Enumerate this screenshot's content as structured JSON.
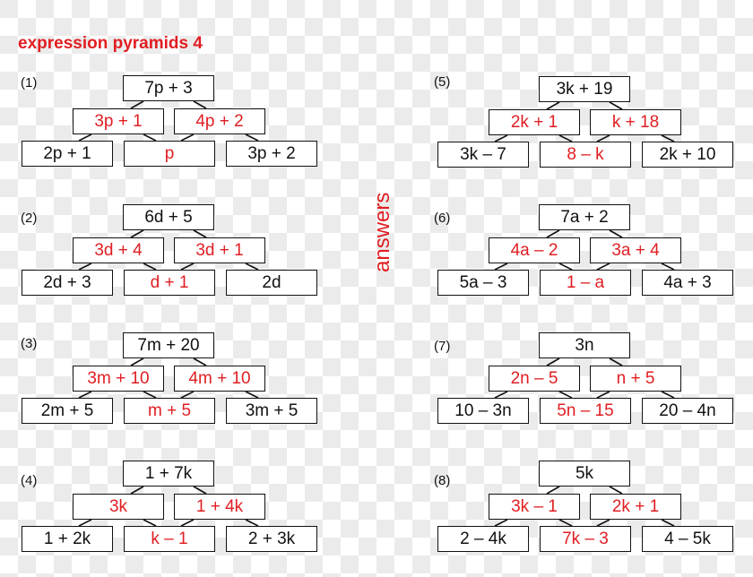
{
  "title": "expression pyramids 4",
  "side_label": "answers",
  "colors": {
    "answer": "#e01e22",
    "given": "#111111",
    "checker_light": "#ffffff",
    "checker_dark": "#ebebeb"
  },
  "pyramids": [
    {
      "label": "(1)",
      "top": "7p + 3",
      "middle": [
        "3p + 1",
        "4p + 2"
      ],
      "bottom": [
        "2p + 1",
        "p",
        "3p + 2"
      ]
    },
    {
      "label": "(2)",
      "top": "6d + 5",
      "middle": [
        "3d + 4",
        "3d + 1"
      ],
      "bottom": [
        "2d + 3",
        "d + 1",
        "2d"
      ]
    },
    {
      "label": "(3)",
      "top": "7m + 20",
      "middle": [
        "3m + 10",
        "4m + 10"
      ],
      "bottom": [
        "2m + 5",
        "m + 5",
        "3m + 5"
      ]
    },
    {
      "label": "(4)",
      "top": "1 + 7k",
      "middle": [
        "3k",
        "1 + 4k"
      ],
      "bottom": [
        "1 + 2k",
        "k – 1",
        "2 + 3k"
      ]
    },
    {
      "label": "(5)",
      "top": "3k + 19",
      "middle": [
        "2k + 1",
        "k + 18"
      ],
      "bottom": [
        "3k – 7",
        "8 – k",
        "2k + 10"
      ]
    },
    {
      "label": "(6)",
      "top": "7a + 2",
      "middle": [
        "4a – 2",
        "3a + 4"
      ],
      "bottom": [
        "5a – 3",
        "1 – a",
        "4a + 3"
      ]
    },
    {
      "label": "(7)",
      "top": "3n",
      "middle": [
        "2n – 5",
        "n + 5"
      ],
      "bottom": [
        "10 – 3n",
        "5n – 15",
        "20 – 4n"
      ]
    },
    {
      "label": "(8)",
      "top": "5k",
      "middle": [
        "3k – 1",
        "2k + 1"
      ],
      "bottom": [
        "2 – 4k",
        "7k – 3",
        "4 – 5k"
      ]
    }
  ],
  "answer_cells": {
    "note_visible_as_red": "middle row boxes and bottom-middle box are answers (red)"
  }
}
